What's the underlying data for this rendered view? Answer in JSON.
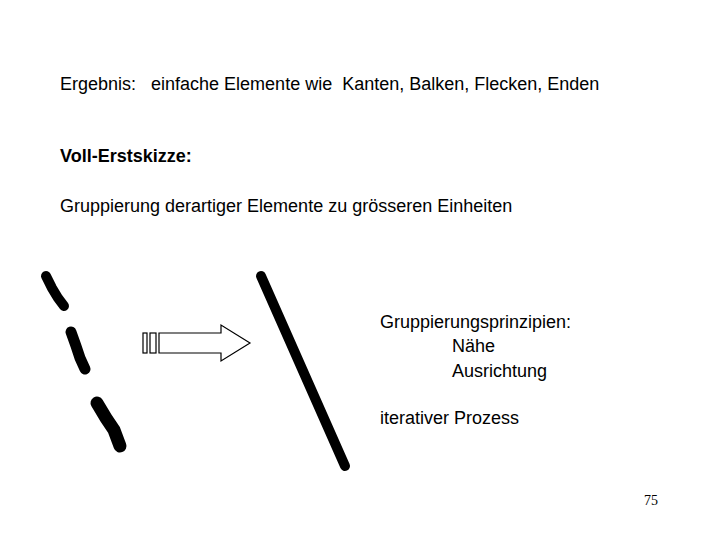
{
  "diagram": {
    "labels": [
      "Ergebnis:   einfache Elemente wie  Kanten, Balken, Flecken, Enden",
      "Voll-Erstskizze:",
      "Gruppierung derartiger Elemente zu grösseren Einheiten",
      "Gruppierungsprinzipien:",
      "Nähe",
      "Ausrichtung",
      "iterativer Prozess",
      "75"
    ]
  }
}
